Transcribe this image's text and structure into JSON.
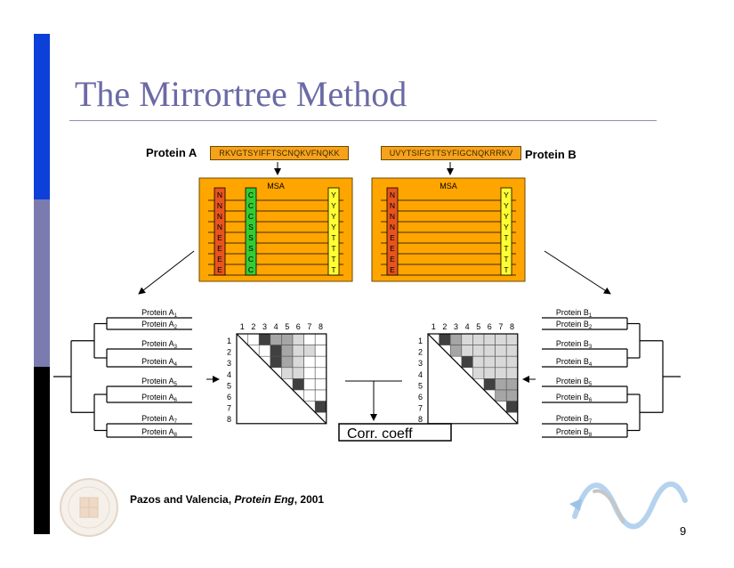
{
  "slide": {
    "title": "The Mirrortree Method",
    "page_number": "9"
  },
  "proteins": {
    "a": {
      "label": "Protein A",
      "sequence": "RKVGTSYIFFTSCNQKVFNQKK"
    },
    "b": {
      "label": "Protein B",
      "sequence": "UVYTSIFGTTSYFIGCNQKRRKV"
    }
  },
  "msa": {
    "title": "MSA",
    "left_columns": [
      {
        "chars": [
          "N",
          "N",
          "N",
          "N",
          "E",
          "E",
          "E",
          "E"
        ],
        "color": "#e8541e"
      },
      {
        "chars": [
          "C",
          "C",
          "C",
          "S",
          "S",
          "S",
          "C",
          "C"
        ],
        "color": "#33cc33"
      },
      {
        "chars": [
          "Y",
          "Y",
          "Y",
          "Y",
          "T",
          "T",
          "T",
          "T"
        ],
        "color": "#ffff33"
      }
    ],
    "right_columns": [
      {
        "chars": [
          "N",
          "N",
          "N",
          "N",
          "E",
          "E",
          "E",
          "E"
        ],
        "color": "#e8541e"
      },
      {
        "chars": [
          "Y",
          "Y",
          "Y",
          "Y",
          "T",
          "T",
          "T",
          "T"
        ],
        "color": "#ffff33"
      }
    ]
  },
  "trees": {
    "left_leaves": [
      {
        "base": "Protein A",
        "sub": "1"
      },
      {
        "base": "Protein A",
        "sub": "2"
      },
      {
        "base": "Protein A",
        "sub": "3"
      },
      {
        "base": "Protein A",
        "sub": "4"
      },
      {
        "base": "Protein A",
        "sub": "5"
      },
      {
        "base": "Protein A",
        "sub": "6"
      },
      {
        "base": "Protein A",
        "sub": "7"
      },
      {
        "base": "Protein A",
        "sub": "8"
      }
    ],
    "right_leaves": [
      {
        "base": "Protein B",
        "sub": "1"
      },
      {
        "base": "Protein B",
        "sub": "2"
      },
      {
        "base": "Protein B",
        "sub": "3"
      },
      {
        "base": "Protein B",
        "sub": "4"
      },
      {
        "base": "Protein B",
        "sub": "5"
      },
      {
        "base": "Protein B",
        "sub": "6"
      },
      {
        "base": "Protein B",
        "sub": "7"
      },
      {
        "base": "Protein B",
        "sub": "8"
      }
    ]
  },
  "matrices": {
    "labels": [
      "1",
      "2",
      "3",
      "4",
      "5",
      "6",
      "7",
      "8"
    ],
    "left_shading": [
      [
        0,
        3,
        2,
        2,
        1,
        0,
        0
      ],
      [
        0,
        3,
        2,
        1,
        1,
        0
      ],
      [
        3,
        2,
        1,
        0,
        0
      ],
      [
        1,
        1,
        0,
        0
      ],
      [
        3,
        0,
        0
      ],
      [
        0,
        0
      ],
      [
        3
      ]
    ],
    "right_shading": [
      [
        3,
        2,
        1,
        1,
        1,
        1,
        1
      ],
      [
        2,
        1,
        1,
        1,
        1,
        1
      ],
      [
        3,
        1,
        1,
        1,
        1
      ],
      [
        1,
        1,
        1,
        1
      ],
      [
        3,
        2,
        2
      ],
      [
        2,
        2
      ],
      [
        3
      ]
    ],
    "shade_colors": [
      "#ffffff",
      "#d9d9d9",
      "#a6a6a6",
      "#404040"
    ],
    "correlation_label": "Corr. coeff"
  },
  "citation": {
    "authors": "Pazos and Valencia, ",
    "journal": "Protein Eng",
    "year": ", 2001"
  },
  "colors": {
    "title": "#6a6aa6",
    "msa_background": "#ffa500",
    "bar_top": "#0d3fd9",
    "bar_middle": "#7b7bb0",
    "bar_bottom": "#000000"
  }
}
